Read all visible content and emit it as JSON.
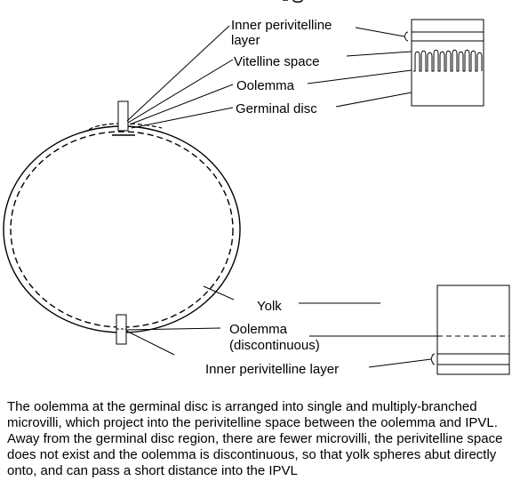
{
  "labels": {
    "inner_perivitelline_top_line1": "Inner perivitelline",
    "inner_perivitelline_top_line2": "layer",
    "vitelline_space": "Vitelline space",
    "oolemma_top": "Oolemma",
    "germinal_disc": "Germinal disc",
    "yolk": "Yolk",
    "oolemma_bottom_line1": "Oolemma",
    "oolemma_bottom_line2": "(discontinuous)",
    "inner_perivitelline_bottom": "Inner perivitelline layer"
  },
  "caption": "The oolemma at the germinal disc is arranged into single and multiply-branched microvilli, which project into the perivitelline space between the oolemma and IPVL. Away from the germinal disc region, there are fewer microvilli, the perivitelline space does not exist and the oolemma is discontinuous, so that yolk spheres abut directly onto, and can pass a short distance into the IPVL"
}
